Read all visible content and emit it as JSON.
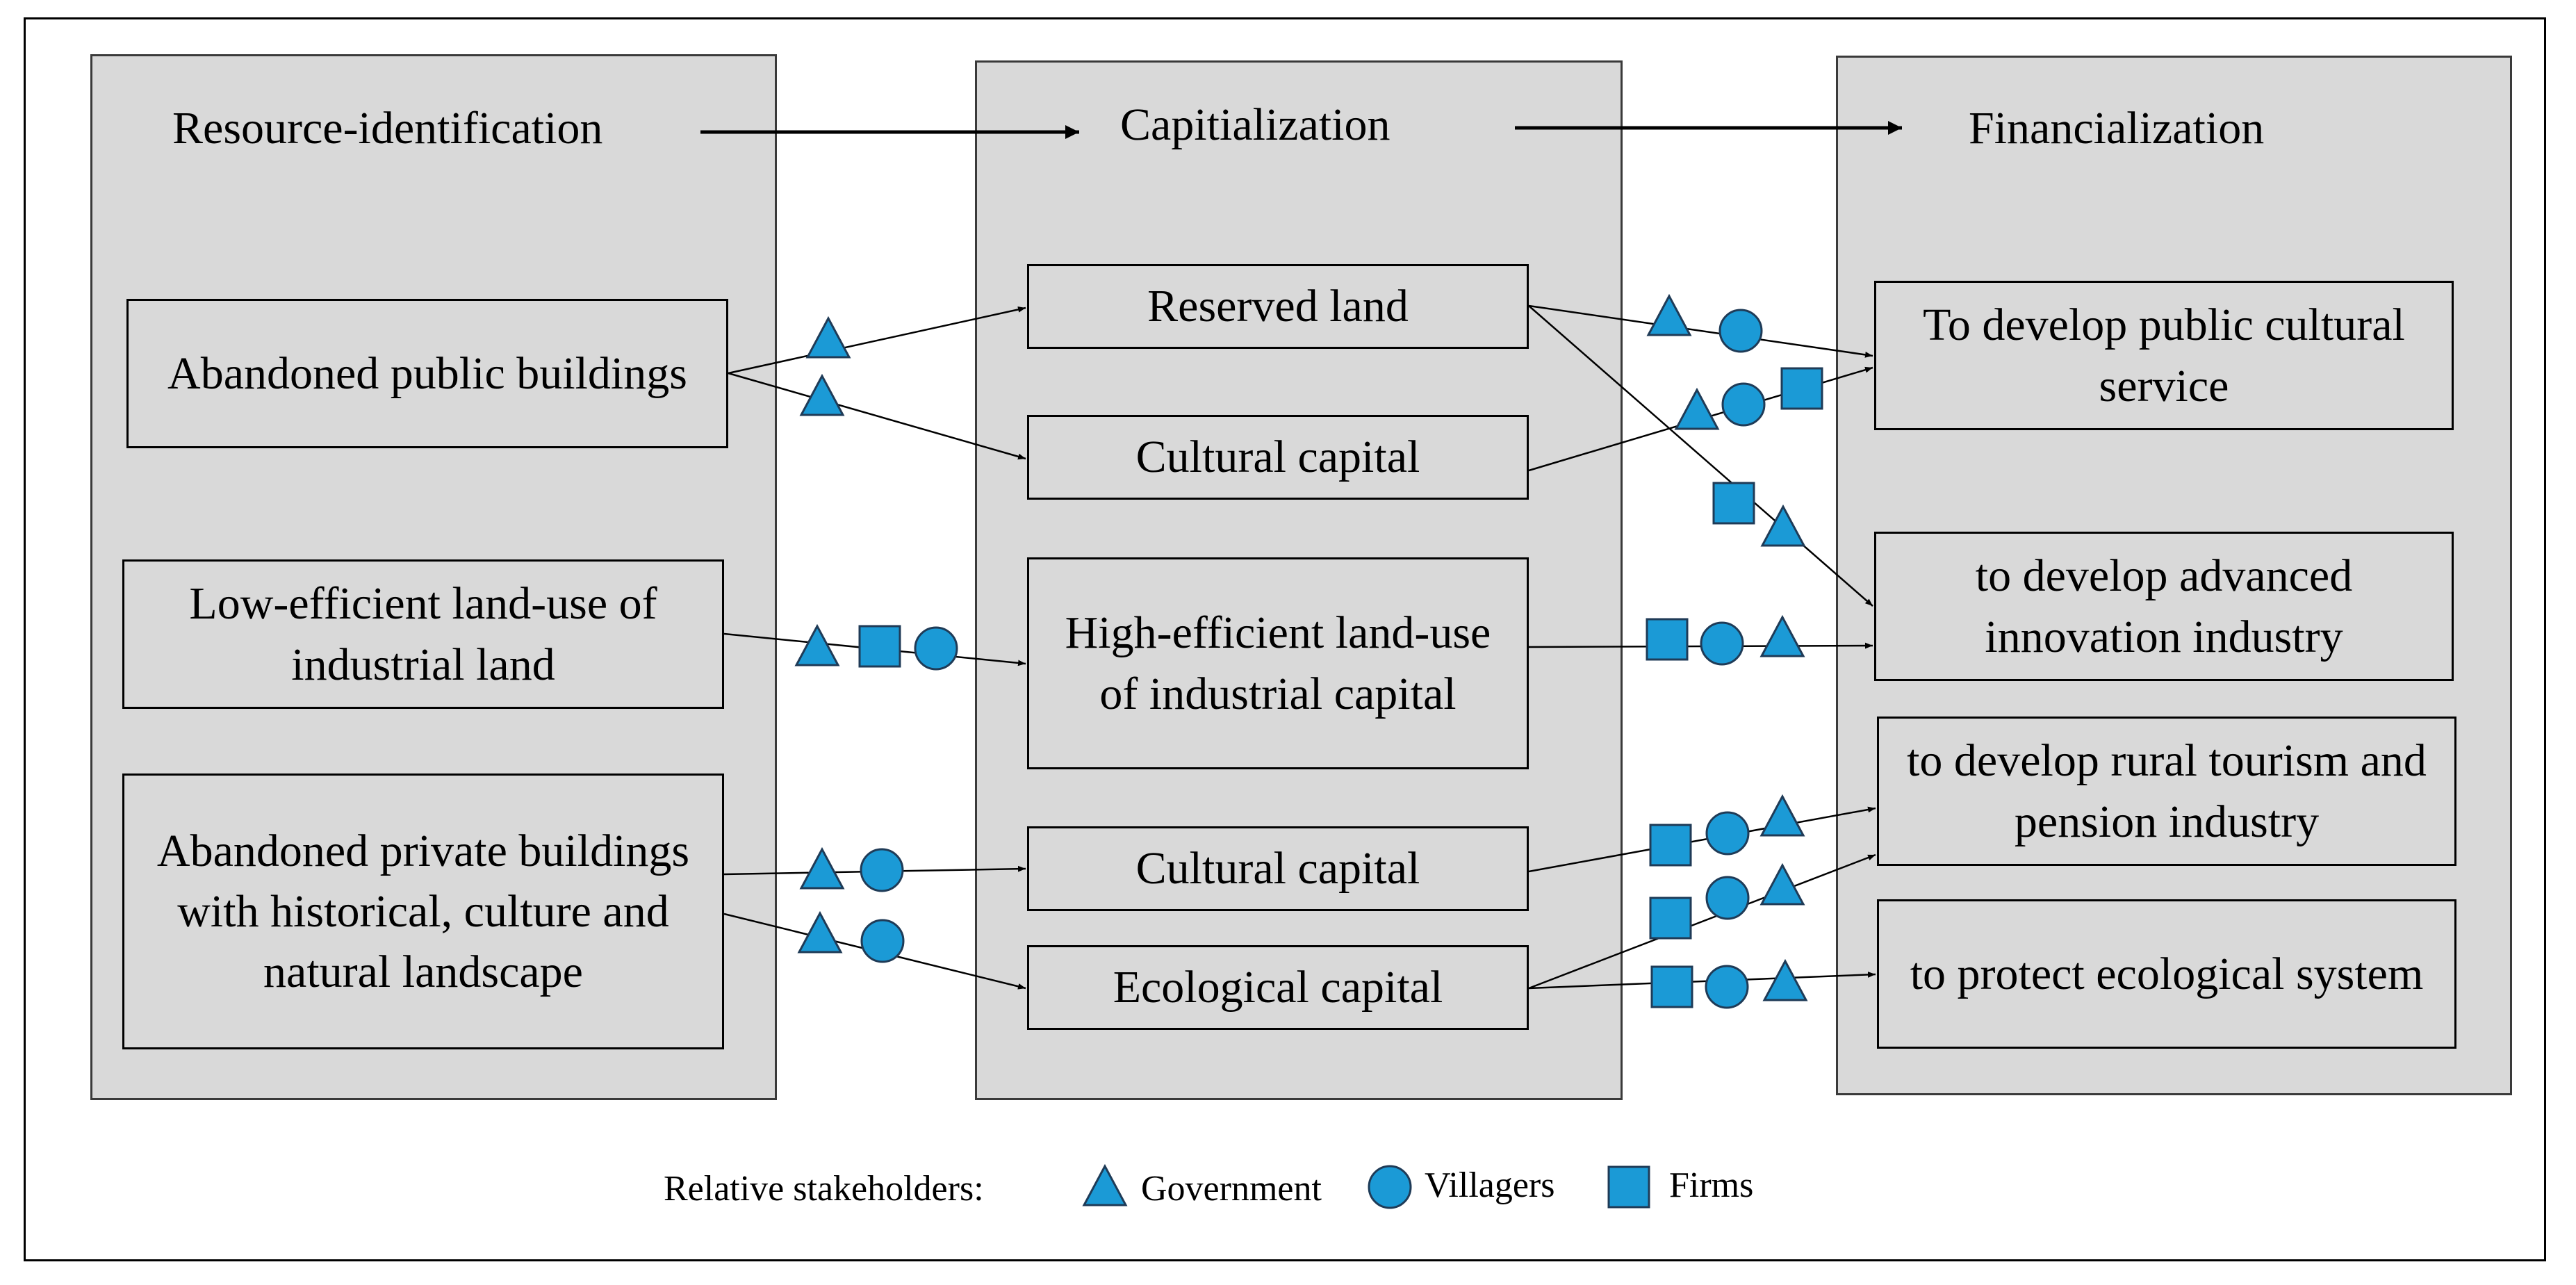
{
  "stages": {
    "resource": "Resource-identification",
    "capital": "Capitialization",
    "finance": "Financialization"
  },
  "resources": {
    "public": "Abandoned public buildings",
    "industrial": "Low-efficient land-use of industrial land",
    "private": "Abandoned private buildings with historical, culture and natural landscape"
  },
  "capitals": {
    "reserved": "Reserved land",
    "cultural_1": "Cultural capital",
    "industrial": "High-efficient land-use of industrial capital",
    "cultural_2": "Cultural capital",
    "ecological": "Ecological capital"
  },
  "goals": {
    "public_service": "To develop public cultural service",
    "innovation": "to develop advanced innovation industry",
    "tourism": "to develop rural tourism and pension industry",
    "ecology": "to protect ecological system"
  },
  "legend": {
    "title": "Relative stakeholders:",
    "government": "Government",
    "villagers": "Villagers",
    "firms": "Firms"
  },
  "colors": {
    "marker_fill": "#1b9ad6",
    "marker_stroke": "#1f3b57",
    "panel": "#d9d9d9"
  },
  "icons": {
    "government": "triangle",
    "villagers": "circle",
    "firms": "square"
  }
}
